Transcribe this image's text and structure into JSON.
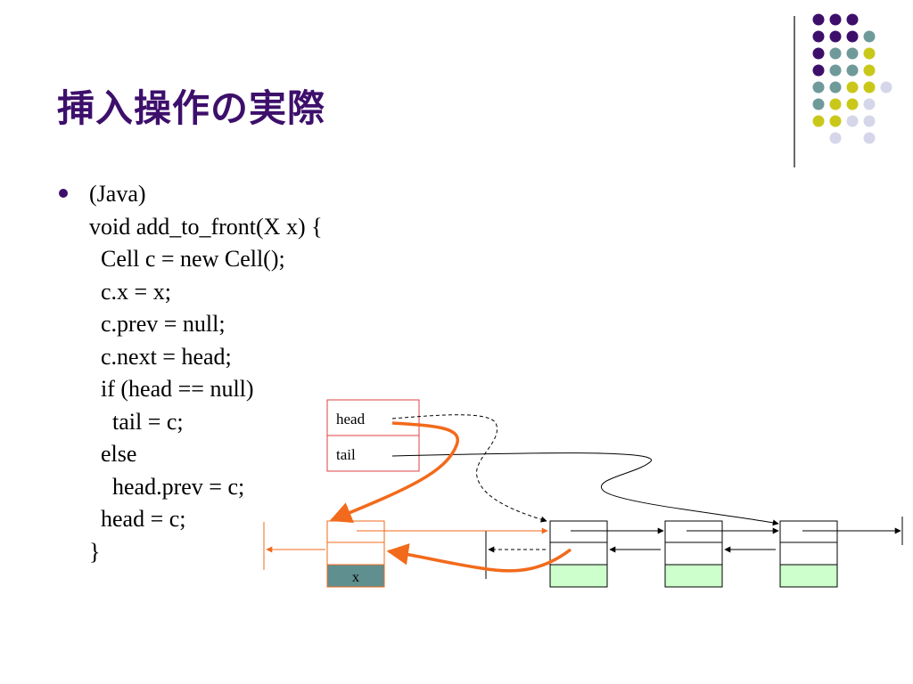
{
  "slide": {
    "title": "挿入操作の実際",
    "code_lines": [
      "(Java)",
      "void add_to_front(X x) {",
      "  Cell c = new Cell();",
      "  c.x = x;",
      "  c.prev = null;",
      "  c.next = head;",
      "  if (head == null)",
      "    tail = c;",
      "  else",
      "    head.prev = c;",
      "  head = c;",
      "}"
    ]
  },
  "diagram": {
    "head_label": "head",
    "tail_label": "tail",
    "new_cell_value": "x"
  },
  "colors": {
    "title": "#3d0f6b",
    "purple": "#3d0f6b",
    "teal": "#6f9a9a",
    "yellow": "#c9c81a",
    "lavender": "#d6d6ea",
    "orange": "#f26a1b",
    "cell_data": "#ccffcc",
    "new_cell_data": "#5f8f8f",
    "head_box_border": "#e04040"
  }
}
